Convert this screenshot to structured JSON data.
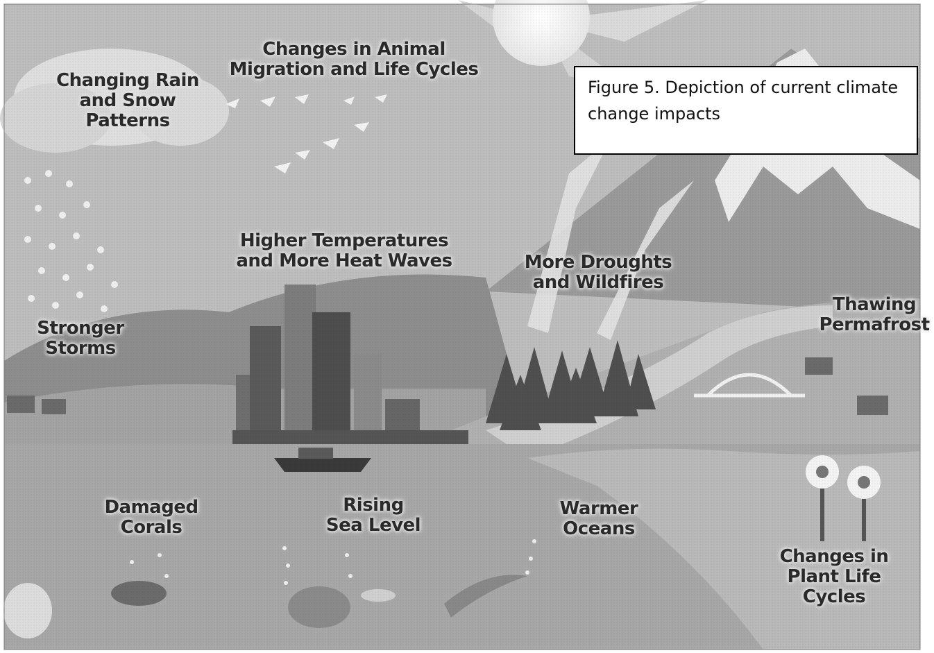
{
  "caption": "Figure 5. Depiction of current climate change impacts",
  "labels": {
    "rain_snow": "Changing Rain\nand Snow\nPatterns",
    "animal_migration": "Changes in Animal\nMigration and Life Cycles",
    "heat_waves": "Higher Temperatures\nand More Heat Waves",
    "droughts": "More Droughts\nand Wildfires",
    "storms": "Stronger\nStorms",
    "permafrost": "Thawing\nPermafrost",
    "corals": "Damaged\nCorals",
    "sea_level": "Rising\nSea Level",
    "oceans": "Warmer\nOceans",
    "plants": "Changes in\nPlant Life Cycles"
  }
}
